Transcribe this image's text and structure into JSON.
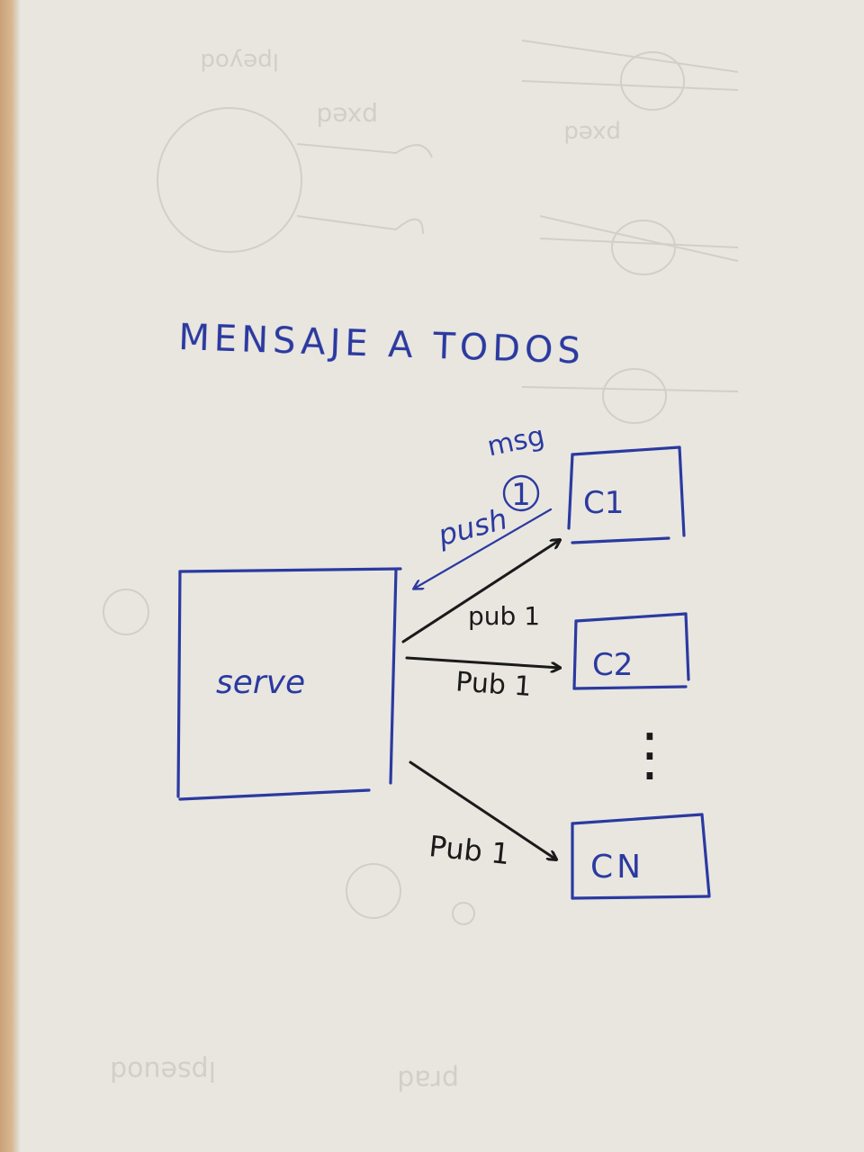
{
  "title": "MENSAJE A TODOS",
  "server": {
    "label": "serve"
  },
  "push": {
    "label": "push",
    "message_label": "msg",
    "step_number": "1"
  },
  "clients": [
    {
      "label": "C1",
      "arrow_label": "pub 1"
    },
    {
      "label": "C2",
      "arrow_label": "Pub 1"
    },
    {
      "label": "CN",
      "arrow_label": "Pub 1"
    }
  ],
  "ellipsis": "⋮",
  "colors": {
    "ink_blue": "#2b3aa0",
    "ink_black": "#1a1a1a",
    "paper": "#e9e6e0",
    "ghost": "#cfccc6"
  }
}
